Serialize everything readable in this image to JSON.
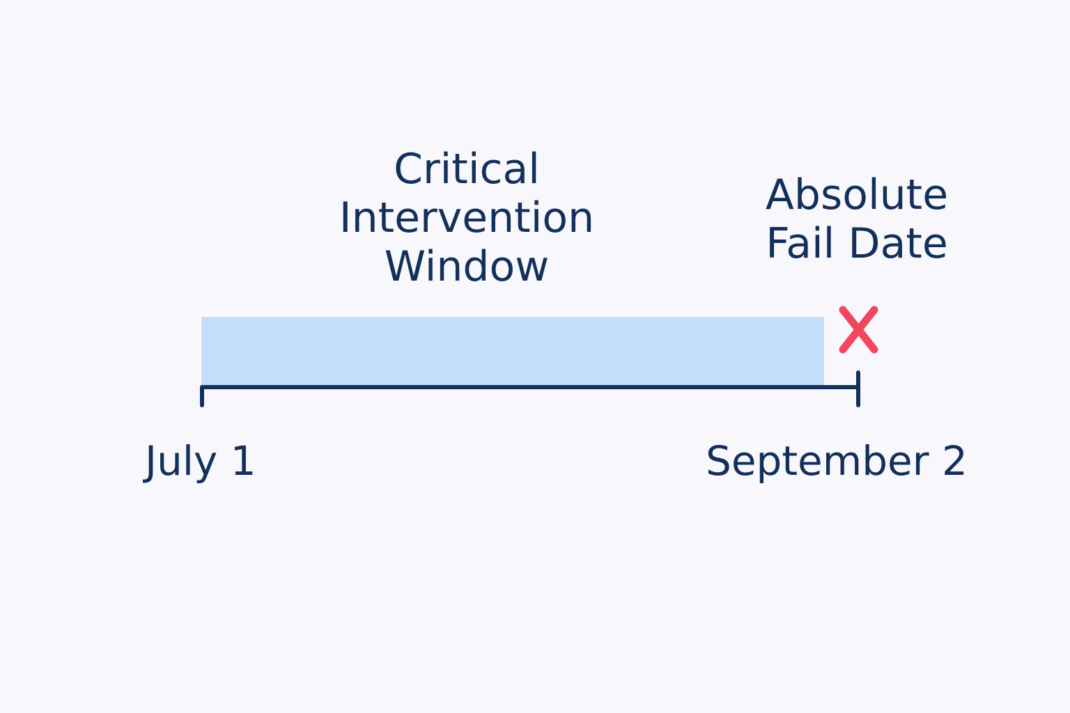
{
  "diagram": {
    "type": "timeline",
    "window_label": [
      "Critical",
      "Intervention",
      "Window"
    ],
    "fail_label": [
      "Absolute",
      "Fail Date"
    ],
    "start_date": "July 1",
    "end_date": "September 2",
    "fail_marker_icon": "x-mark-icon",
    "colors": {
      "background": "#f8f8fc",
      "text": "#13305a",
      "window_fill": "#c2defa",
      "axis": "#13305a",
      "fail_marker": "#f2465e"
    }
  }
}
